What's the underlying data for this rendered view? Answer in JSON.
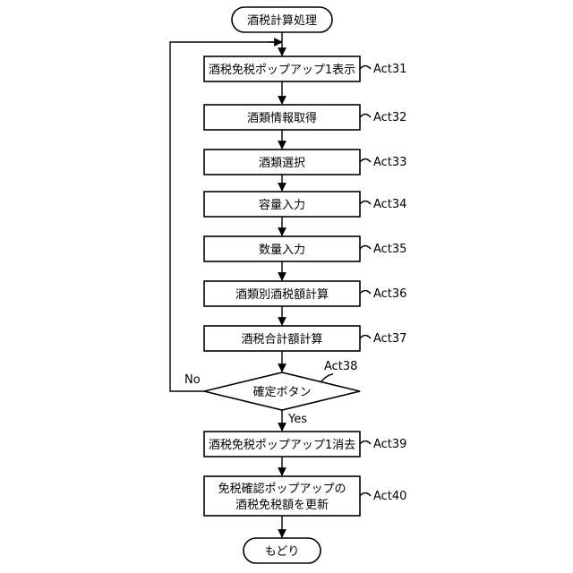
{
  "flowchart": {
    "start": "酒税計算処理",
    "steps": [
      {
        "label": "酒税免税ポップアップ1表示",
        "act": "Act31"
      },
      {
        "label": "酒類情報取得",
        "act": "Act32"
      },
      {
        "label": "酒類選択",
        "act": "Act33"
      },
      {
        "label": "容量入力",
        "act": "Act34"
      },
      {
        "label": "数量入力",
        "act": "Act35"
      },
      {
        "label": "酒類別酒税額計算",
        "act": "Act36"
      },
      {
        "label": "酒税合計額計算",
        "act": "Act37"
      }
    ],
    "decision": {
      "label": "確定ボタン",
      "act": "Act38",
      "yes": "Yes",
      "no": "No"
    },
    "after": [
      {
        "label": "酒税免税ポップアップ1消去",
        "act": "Act39"
      },
      {
        "label_line1": "免税確認ポップアップの",
        "label_line2": "酒税免税額を更新",
        "act": "Act40"
      }
    ],
    "end": "もどり"
  }
}
